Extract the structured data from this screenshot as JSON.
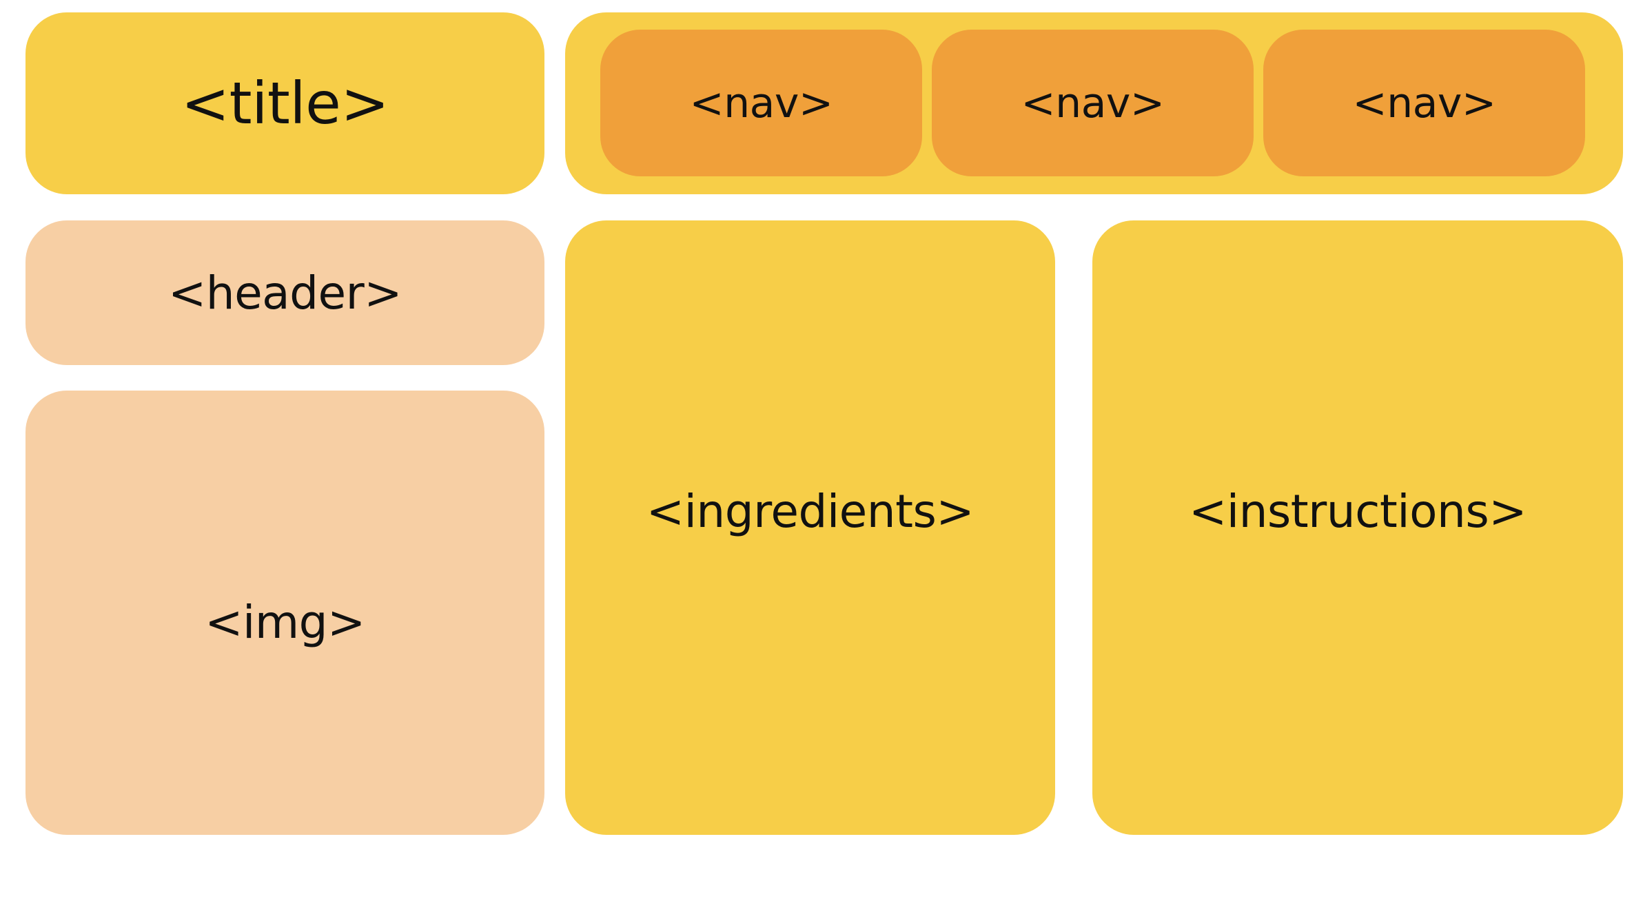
{
  "title": {
    "label": "<title>"
  },
  "nav": {
    "items": [
      {
        "label": "<nav>"
      },
      {
        "label": "<nav>"
      },
      {
        "label": "<nav>"
      }
    ]
  },
  "header": {
    "label": "<header>"
  },
  "img": {
    "label": "<img>"
  },
  "ingredients": {
    "label": "<ingredients>"
  },
  "instructions": {
    "label": "<instructions>"
  },
  "colors": {
    "yellow": "#F7CE48",
    "orange": "#F0A03A",
    "peach": "#F7CFA4"
  }
}
